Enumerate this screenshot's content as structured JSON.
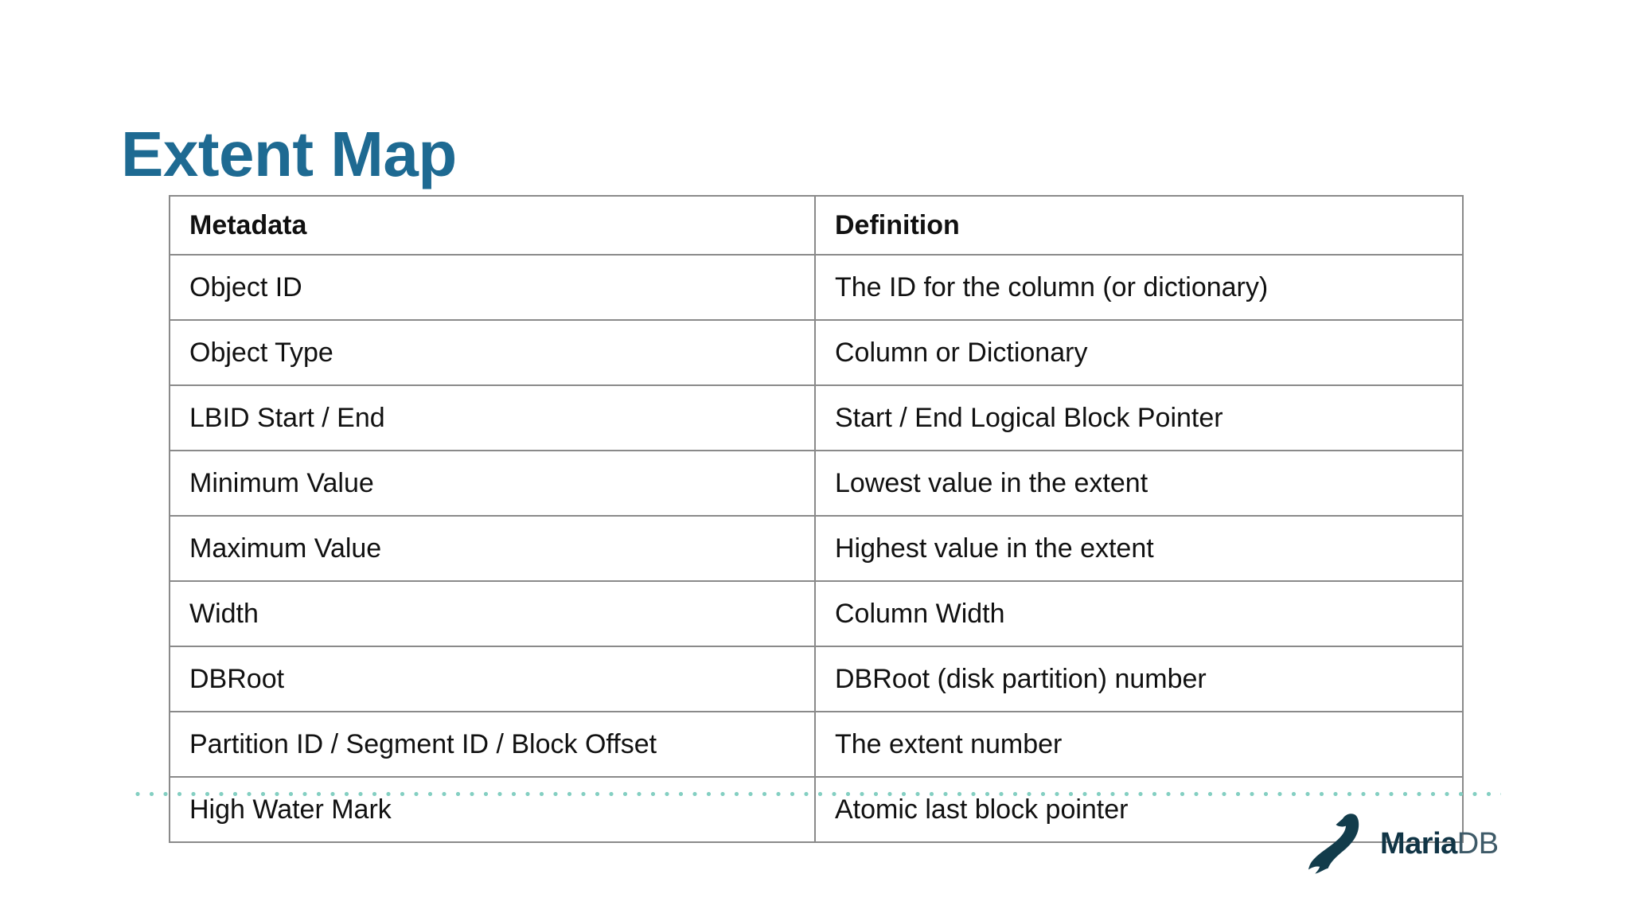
{
  "slide": {
    "title": "Extent Map"
  },
  "colors": {
    "title": "#1e6a92",
    "table_border": "#8a8a8a",
    "text": "#111111",
    "dotted_line": "#84cfc2",
    "logo_maria": "#113546",
    "logo_db": "#3e5a68",
    "logo_seal": "#123c4b",
    "background": "#ffffff"
  },
  "table": {
    "headers": {
      "metadata": "Metadata",
      "definition": "Definition"
    },
    "rows": [
      {
        "metadata": "Object ID",
        "definition": "The ID for the column (or dictionary)"
      },
      {
        "metadata": "Object Type",
        "definition": "Column or Dictionary"
      },
      {
        "metadata": "LBID Start / End",
        "definition": "Start / End Logical Block Pointer"
      },
      {
        "metadata": "Minimum Value",
        "definition": "Lowest value in the extent"
      },
      {
        "metadata": "Maximum Value",
        "definition": "Highest value in the extent"
      },
      {
        "metadata": "Width",
        "definition": "Column Width"
      },
      {
        "metadata": "DBRoot",
        "definition": "DBRoot (disk partition) number"
      },
      {
        "metadata": "Partition ID / Segment ID / Block Offset",
        "definition": "The extent number"
      },
      {
        "metadata": "High Water Mark",
        "definition": "Atomic last block pointer"
      }
    ]
  },
  "logo": {
    "maria": "Maria",
    "db": "DB"
  }
}
